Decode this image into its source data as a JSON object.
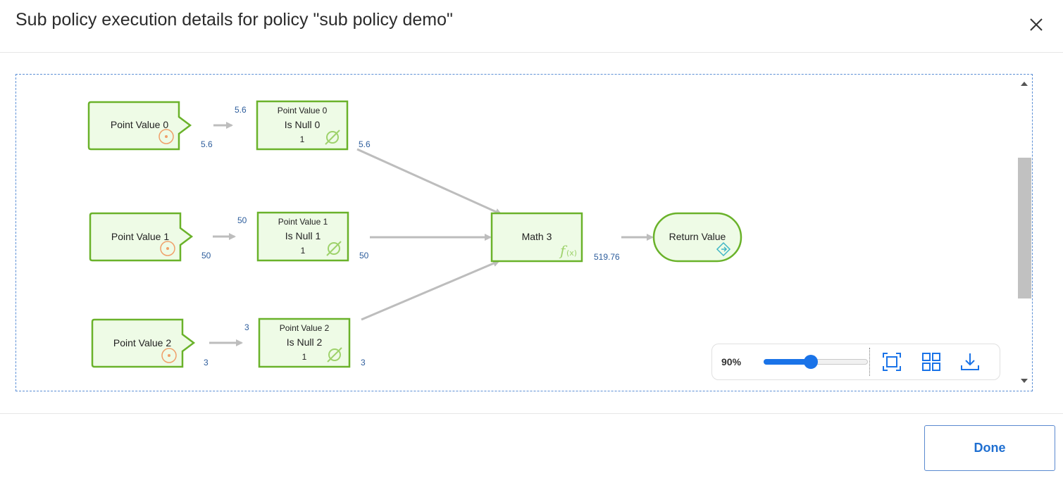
{
  "dialog": {
    "title": "Sub policy execution details for policy \"sub policy demo\"",
    "done_label": "Done"
  },
  "diagram": {
    "point_nodes": [
      {
        "label": "Point Value 0",
        "out_value": "5.6"
      },
      {
        "label": "Point Value 1",
        "out_value": "50"
      },
      {
        "label": "Point Value 2",
        "out_value": "3"
      }
    ],
    "isnull_nodes": [
      {
        "input_name": "Point Value 0",
        "label": "Is Null 0",
        "result": "1",
        "in_value": "5.6",
        "out_value": "5.6"
      },
      {
        "input_name": "Point Value 1",
        "label": "Is Null 1",
        "result": "1",
        "in_value": "50",
        "out_value": "50"
      },
      {
        "input_name": "Point Value 2",
        "label": "Is Null 2",
        "result": "1",
        "in_value": "3",
        "out_value": "3"
      }
    ],
    "math_node": {
      "label": "Math 3",
      "out_value": "519.76"
    },
    "return_node": {
      "label": "Return Value"
    },
    "colors": {
      "node_fill": "#eefbe6",
      "node_border": "#6ab22a",
      "edge": "#bdbdbd",
      "value_text": "#2d5d9c",
      "accent": "#1a73e8"
    }
  },
  "toolbar": {
    "zoom_label": "90%",
    "zoom_value": 0.45,
    "fit_icon": "fit-to-screen-icon",
    "layout_icon": "grid-layout-icon",
    "download_icon": "download-icon"
  }
}
